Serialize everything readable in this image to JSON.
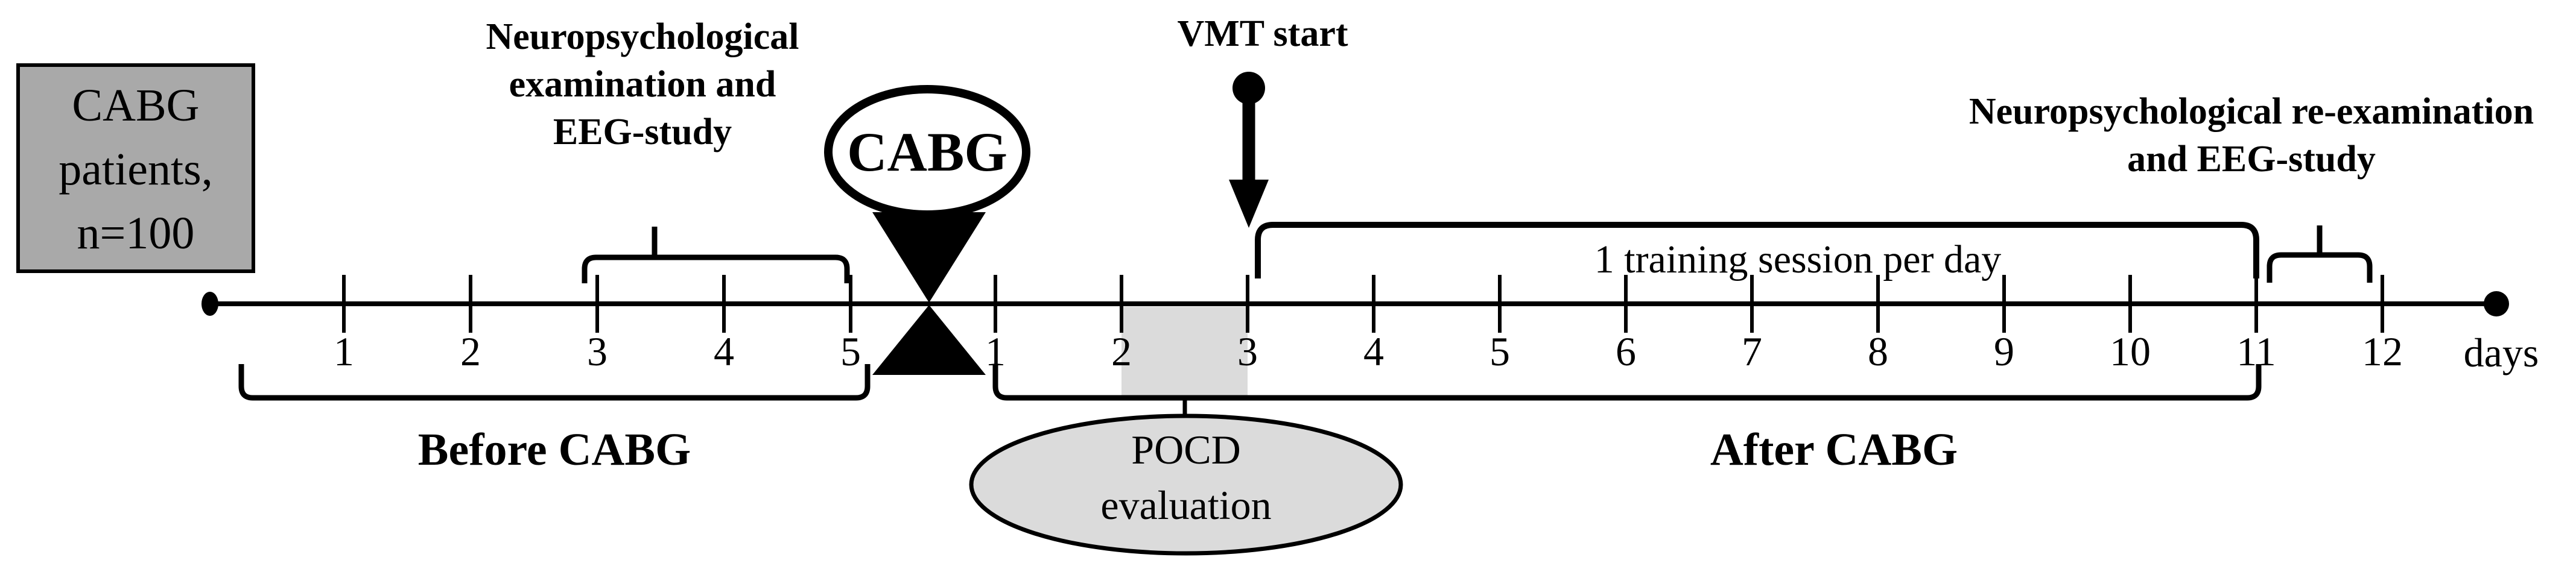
{
  "figure": {
    "description": "Study design timeline diagram for CABG patients",
    "patients_box": {
      "lines": [
        "CABG",
        "patients,",
        "n=100"
      ]
    },
    "exam_label": {
      "lines": [
        "Neuropsychological",
        "examination and",
        "EEG-study"
      ]
    },
    "cabg_event_label": "CABG",
    "vmt_label": "VMT start",
    "training_label": "1 training session per day",
    "reexam_label": {
      "lines": [
        "Neuropsychological re-examination",
        "and EEG-study"
      ]
    },
    "pocd_label": {
      "lines": [
        "POCD",
        "evaluation"
      ]
    },
    "before_label": "Before CABG",
    "after_label": "After CABG",
    "timeline": {
      "days_before": [
        "1",
        "2",
        "3",
        "4",
        "5"
      ],
      "days_after": [
        "1",
        "2",
        "3",
        "4",
        "5",
        "6",
        "7",
        "8",
        "9",
        "10",
        "11",
        "12"
      ],
      "axis_label": "days"
    },
    "colors": {
      "box_fill": "#a9a9a9",
      "shade_fill": "#dbdbdb",
      "line": "#000000",
      "ellipse_fill": "#ffffff"
    }
  }
}
